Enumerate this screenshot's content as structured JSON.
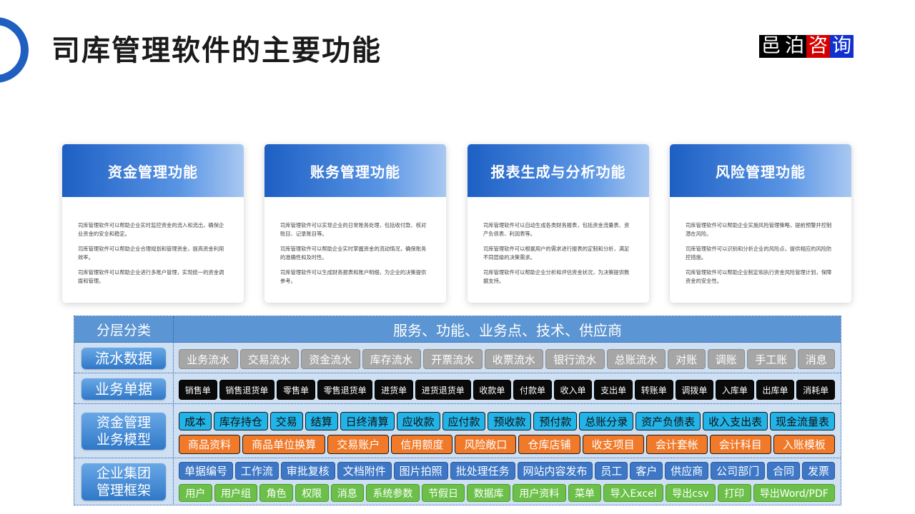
{
  "title": "司库管理软件的主要功能",
  "logo": [
    "邑",
    "泊",
    "咨",
    "询"
  ],
  "cards": [
    {
      "title": "资金管理功能",
      "paragraphs": [
        "司库管理软件可以帮助企业实时监控资金的流入和流出，确保企业资金的安全和稳定。",
        "司库管理软件可以帮助企业合理规划和管理资金，提高资金利用效率。",
        "司库管理软件可以帮助企业进行多账户管理，实现统一的资金调拨和管理。"
      ]
    },
    {
      "title": "账务管理功能",
      "paragraphs": [
        "司库管理软件可以实现企业的日常账务处理，包括收付款、核对账目、记录账目等。",
        "司库管理软件可以帮助企业实时掌握资金的流动情况，确保账务的准确性和及时性。",
        "司库管理软件可以生成财务报表和账户明细，为企业的决策提供参考。"
      ]
    },
    {
      "title": "报表生成与分析功能",
      "paragraphs": [
        "司库管理软件可以自动生成各类财务报表，包括资金流量表、资产负债表、利润表等。",
        "司库管理软件可以根据用户的需求进行报表的定制和分析，满足不同层级的决策需求。",
        "司库管理软件可以帮助企业分析和评估资金状况，为决策提供数据支持。"
      ]
    },
    {
      "title": "风险管理功能",
      "paragraphs": [
        "司库管理软件可以帮助企业实施风险管理策略，提前预警并控制潜在风险。",
        "司库管理软件可以识别和分析企业的风险点，提供相应的风险防控措施。",
        "司库管理软件可以帮助企业制定和执行资金风险管理计划，保障资金的安全性。"
      ]
    }
  ],
  "grid": {
    "header_left": "分层分类",
    "header_right": "服务、功能、业务点、技术、供应商",
    "rows": [
      {
        "label": "流水数据",
        "lines": [
          {
            "style": "gray",
            "items": [
              "业务流水",
              "交易流水",
              "资金流水",
              "库存流水",
              "开票流水",
              "收票流水",
              "银行流水",
              "总账流水",
              "对账",
              "调账",
              "手工账",
              "消息"
            ]
          }
        ]
      },
      {
        "label": "业务单据",
        "lines": [
          {
            "style": "black",
            "items": [
              "销售单",
              "销售退货单",
              "零售单",
              "零售退货单",
              "进货单",
              "进货退货单",
              "收款单",
              "付款单",
              "收入单",
              "支出单",
              "转账单",
              "调拨单",
              "入库单",
              "出库单",
              "消耗单"
            ]
          }
        ]
      },
      {
        "label": "资金管理业务模型",
        "lines": [
          {
            "style": "cyan",
            "items": [
              "成本",
              "库存持仓",
              "交易",
              "结算",
              "日终清算",
              "应收款",
              "应付款",
              "预收款",
              "预付款",
              "总账分录",
              "资产负债表",
              "收入支出表",
              "现金流量表"
            ]
          },
          {
            "style": "orange",
            "items": [
              "商品资料",
              "商品单位换算",
              "交易账户",
              "信用额度",
              "风险敞口",
              "仓库店铺",
              "收支项目",
              "会计套帐",
              "会计科目",
              "入账模板"
            ]
          }
        ]
      },
      {
        "label": "企业集团管理框架",
        "lines": [
          {
            "style": "blue",
            "items": [
              "单据编号",
              "工作流",
              "审批复核",
              "文档附件",
              "图片拍照",
              "批处理任务",
              "网站内容发布",
              "员工",
              "客户",
              "供应商",
              "公司部门",
              "合同",
              "发票"
            ]
          },
          {
            "style": "green",
            "items": [
              "用户",
              "用户组",
              "角色",
              "权限",
              "消息",
              "系统参数",
              "节假日",
              "数据库",
              "用户资料",
              "菜单",
              "导入Excel",
              "导出csv",
              "打印",
              "导出Word/PDF"
            ]
          }
        ]
      }
    ]
  }
}
